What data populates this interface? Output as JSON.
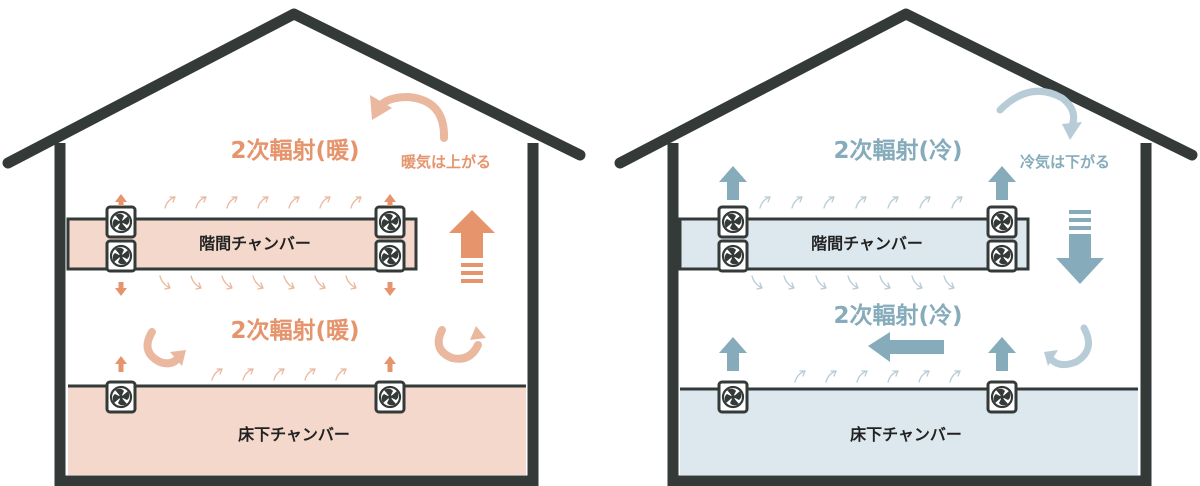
{
  "colors": {
    "wall": "#333a38",
    "warm_accent": "#e5946c",
    "warm_fill": "#f3d8cb",
    "warm_light": "#eab89f",
    "cool_accent": "#86acbc",
    "cool_fill": "#dce7ee",
    "cool_light": "#b7ccd6",
    "label_text": "#222222"
  },
  "warm_house": {
    "upper_radiation": "2次輻射(暖)",
    "lower_radiation": "2次輻射(暖)",
    "airflow_note": "暖気は上がる",
    "mid_chamber": "階間チャンバー",
    "floor_chamber": "床下チャンバー"
  },
  "cool_house": {
    "upper_radiation": "2次輻射(冷)",
    "lower_radiation": "2次輻射(冷)",
    "airflow_note": "冷気は下がる",
    "mid_chamber": "階間チャンバー",
    "floor_chamber": "床下チャンバー"
  }
}
